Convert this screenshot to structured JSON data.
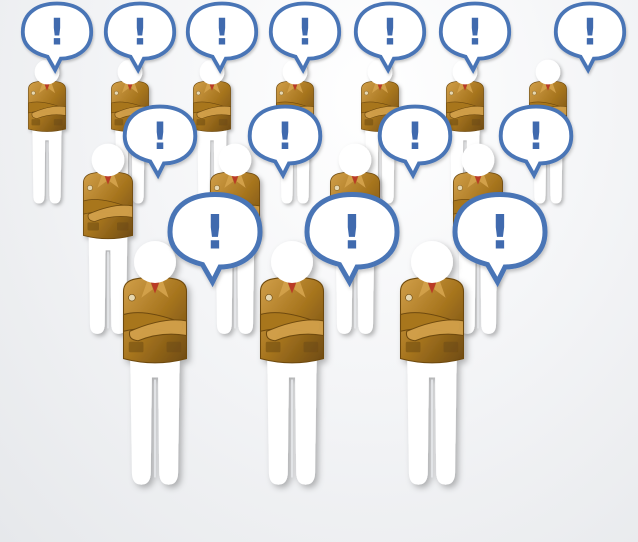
{
  "scene": {
    "description_type": "illustration",
    "bubble_symbol": "!",
    "rows": [
      {
        "name": "back-row",
        "count": 7
      },
      {
        "name": "middle-row",
        "count": 4
      },
      {
        "name": "front-row",
        "count": 3
      }
    ],
    "colors": {
      "background": "#eef0f2",
      "bubble_fill": "#ffffff",
      "bubble_stroke": "#4a74b6",
      "exclamation": "#3f6aae",
      "figure_body": "#ffffff",
      "jacket": "#a8761f",
      "jacket_dark": "#6e4a10",
      "jacket_highlight": "#d2a04a",
      "shirt_red": "#b93a26"
    },
    "icons": [
      "person-figure",
      "speech-bubble-icon",
      "exclamation-icon",
      "jacket-icon"
    ]
  }
}
